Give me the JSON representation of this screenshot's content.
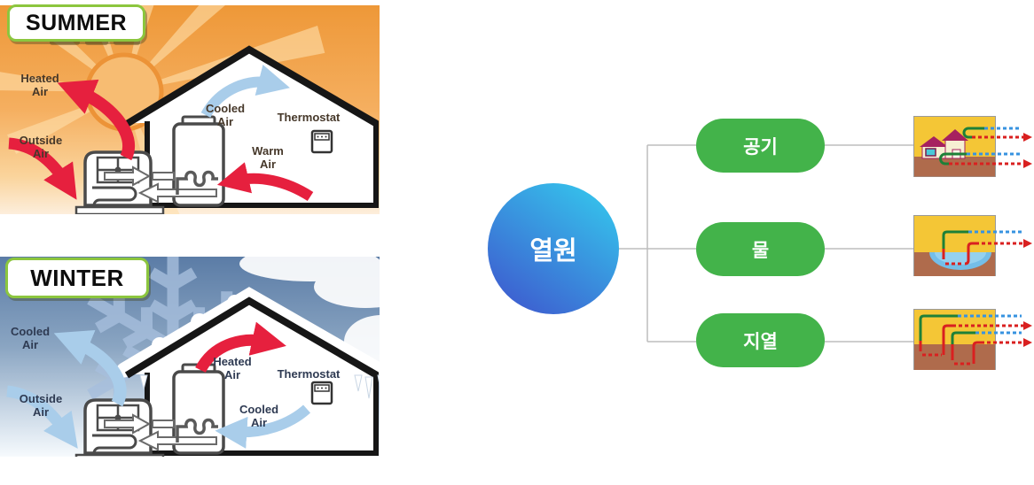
{
  "summer": {
    "title": "SUMMER",
    "labels": [
      "Heated Air",
      "Outside Air",
      "Cooled Air",
      "Thermostat",
      "Warm Air"
    ]
  },
  "winter": {
    "title": "WINTER",
    "labels": [
      "Cooled Air",
      "Outside Air",
      "Heated Air",
      "Thermostat",
      "Cooled Air"
    ]
  },
  "flow": {
    "root": {
      "label": "열원"
    },
    "branches": [
      {
        "label": "공기",
        "thumbnail": "air-source-heat-exchange"
      },
      {
        "label": "물",
        "thumbnail": "water-source-pond-loop"
      },
      {
        "label": "지열",
        "thumbnail": "ground-source-borehole-loop"
      }
    ],
    "colors": {
      "root_gradient_start": "#35C4EC",
      "root_gradient_end": "#3E58CE",
      "branch_green": "#43B34A",
      "connector_gray": "#BDBDBD",
      "hot_red": "#D92020",
      "cold_blue": "#3793E0",
      "pipe_green": "#1D8038",
      "soil_brown": "#AF6B4C",
      "sky_yellow": "#F4C636",
      "badge_border_green": "#8CC63E"
    }
  }
}
